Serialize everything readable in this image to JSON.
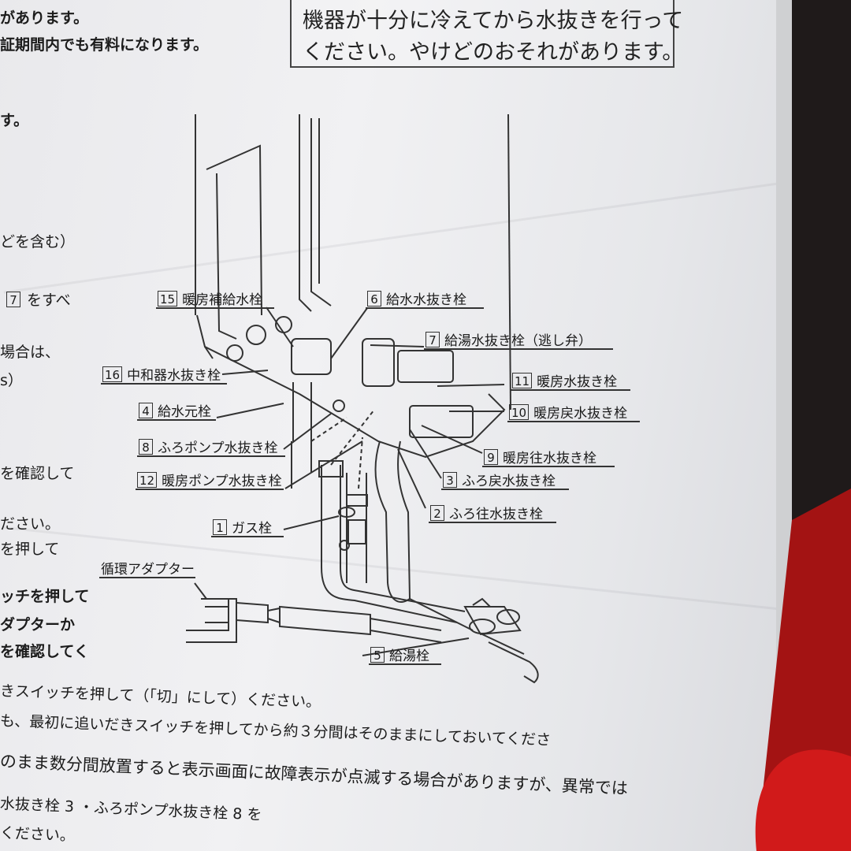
{
  "warning": [
    "機器が十分に冷えてから水抜きを行って",
    "ください。やけどのおそれがあります。"
  ],
  "left_text_num": "7",
  "left_text": [
    "があります。",
    "証期間内でも有料になります。",
    "す。",
    "どを含む）",
    "をすべ",
    "場合は、",
    "s）",
    "を確認して",
    "ださい。",
    "を押して",
    "ッチを押して",
    "ダプターか",
    "を確認してく"
  ],
  "labels": {
    "15": {
      "num": "15",
      "text": "暖房補給水栓"
    },
    "6": {
      "num": "6",
      "text": "給水水抜き栓"
    },
    "7": {
      "num": "7",
      "text": "給湯水抜き栓（逃し弁）"
    },
    "16": {
      "num": "16",
      "text": "中和器水抜き栓"
    },
    "11": {
      "num": "11",
      "text": "暖房水抜き栓"
    },
    "4": {
      "num": "4",
      "text": "給水元栓"
    },
    "10": {
      "num": "10",
      "text": "暖房戻水抜き栓"
    },
    "8": {
      "num": "8",
      "text": "ふろポンプ水抜き栓"
    },
    "9": {
      "num": "9",
      "text": "暖房往水抜き栓"
    },
    "12": {
      "num": "12",
      "text": "暖房ポンプ水抜き栓"
    },
    "3": {
      "num": "3",
      "text": "ふろ戻水抜き栓"
    },
    "2": {
      "num": "2",
      "text": "ふろ往水抜き栓"
    },
    "1": {
      "num": "1",
      "text": "ガス栓"
    },
    "adapter": {
      "text": "循環アダプター"
    },
    "5": {
      "num": "5",
      "text": "給湯栓"
    }
  },
  "bottom_text": [
    "きスイッチを押して（「切」にして）ください。",
    "も、最初に追いだきスイッチを押してから約３分間はそのままにしておいてくださ",
    "のまま数分間放置すると表示画面に故障表示が点滅する場合がありますが、異常では",
    "水抜き栓 3 ・ふろポンプ水抜き栓 8 を",
    "ください。",
    ""
  ]
}
